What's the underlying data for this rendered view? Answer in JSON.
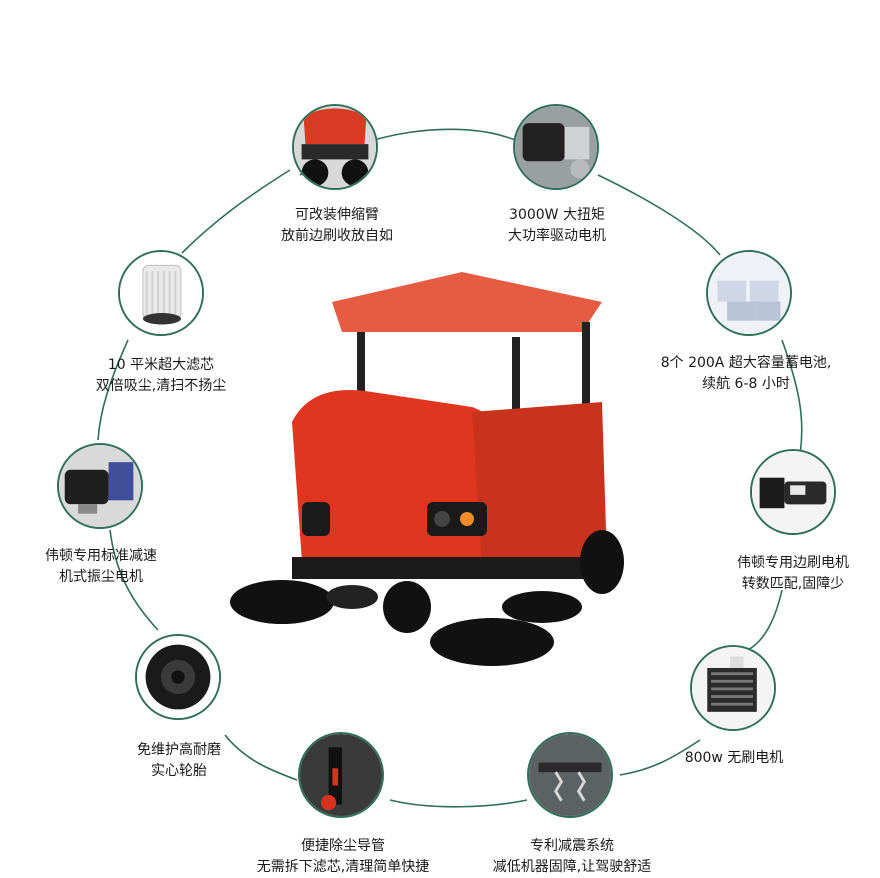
{
  "features": [
    {
      "id": "arm",
      "line1": "可改装伸缩臂",
      "line2": "放前边刷收放自如",
      "icon": "broom-arm-icon"
    },
    {
      "id": "motor",
      "line1": "3000W 大扭矩",
      "line2": "大功率驱动电机",
      "icon": "drive-motor-icon"
    },
    {
      "id": "battery",
      "line1": "8个 200A 超大容量蓄电池,",
      "line2": "续航 6-8 小时",
      "icon": "battery-icon"
    },
    {
      "id": "side-brush-motor",
      "line1": "伟顿专用边刷电机",
      "line2": "转数匹配,固障少",
      "icon": "brush-motor-icon"
    },
    {
      "id": "brushless",
      "line1": "800w 无刷电机",
      "line2": "",
      "icon": "brushless-motor-icon"
    },
    {
      "id": "suspension",
      "line1": "专利减震系统",
      "line2": "减低机器固障,让驾驶舒适",
      "icon": "suspension-icon"
    },
    {
      "id": "dust-duct",
      "line1": "便捷除尘导管",
      "line2": "无需拆下滤芯,清理简单快捷",
      "icon": "dust-duct-icon"
    },
    {
      "id": "tire",
      "line1": "免维护高耐磨",
      "line2": "实心轮胎",
      "icon": "tire-icon"
    },
    {
      "id": "shaker",
      "line1": "伟顿专用标准减速",
      "line2": "机式振尘电机",
      "icon": "shaker-motor-icon"
    },
    {
      "id": "filter",
      "line1": "10 平米超大滤芯",
      "line2": "双倍吸尘,清扫不扬尘",
      "icon": "filter-icon"
    }
  ],
  "colors": {
    "ring": "#2f6f5a",
    "body": "#e0351e",
    "dark": "#1b1b1b"
  }
}
